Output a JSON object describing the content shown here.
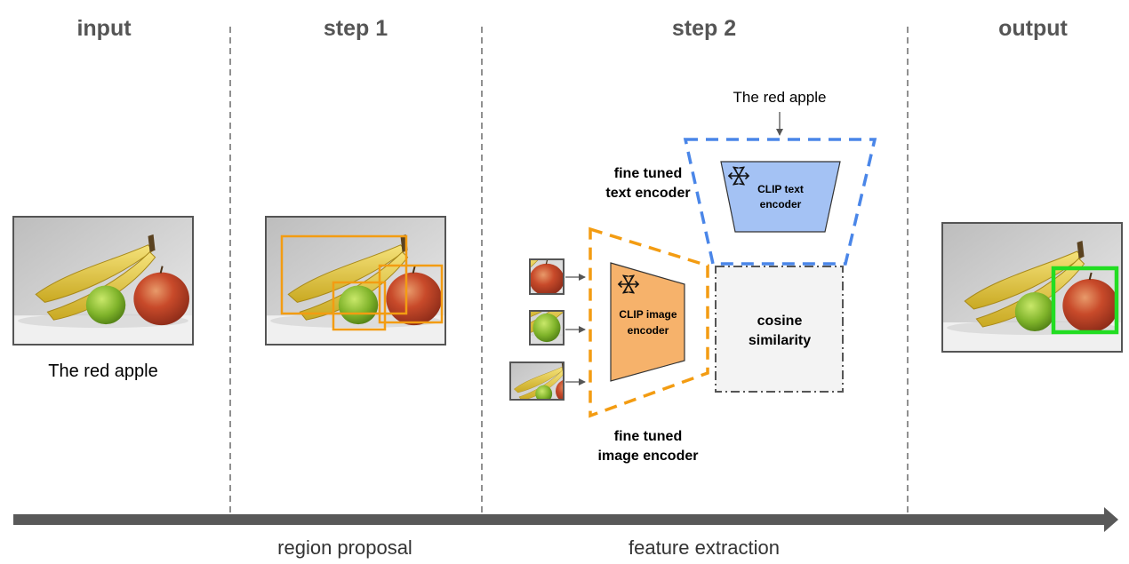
{
  "headers": {
    "input": "input",
    "step1": "step 1",
    "step2": "step 2",
    "output": "output"
  },
  "input_caption": "The red apple",
  "query_text": "The red apple",
  "text_encoder": {
    "name_line1": "CLIP text",
    "name_line2": "encoder",
    "finetune_line1": "fine tuned",
    "finetune_line2": "text encoder"
  },
  "image_encoder": {
    "name_line1": "CLIP image",
    "name_line2": "encoder",
    "finetune_line1": "fine tuned",
    "finetune_line2": "image encoder"
  },
  "similarity": {
    "line1": "cosine",
    "line2": "similarity"
  },
  "stages": {
    "region_proposal": "region proposal",
    "feature_extraction": "feature extraction"
  },
  "colors": {
    "proposal_box": "#f39c12",
    "output_box": "#22dd22",
    "text_encoder_fill": "#a4c2f4",
    "image_encoder_fill": "#f6b26b",
    "similarity_fill": "#f3f3f3",
    "text_dashed": "#4a86e8",
    "image_dashed": "#f39c12",
    "timeline_arrow": "#595959"
  },
  "icons": {
    "frozen": "snowflake-icon"
  }
}
